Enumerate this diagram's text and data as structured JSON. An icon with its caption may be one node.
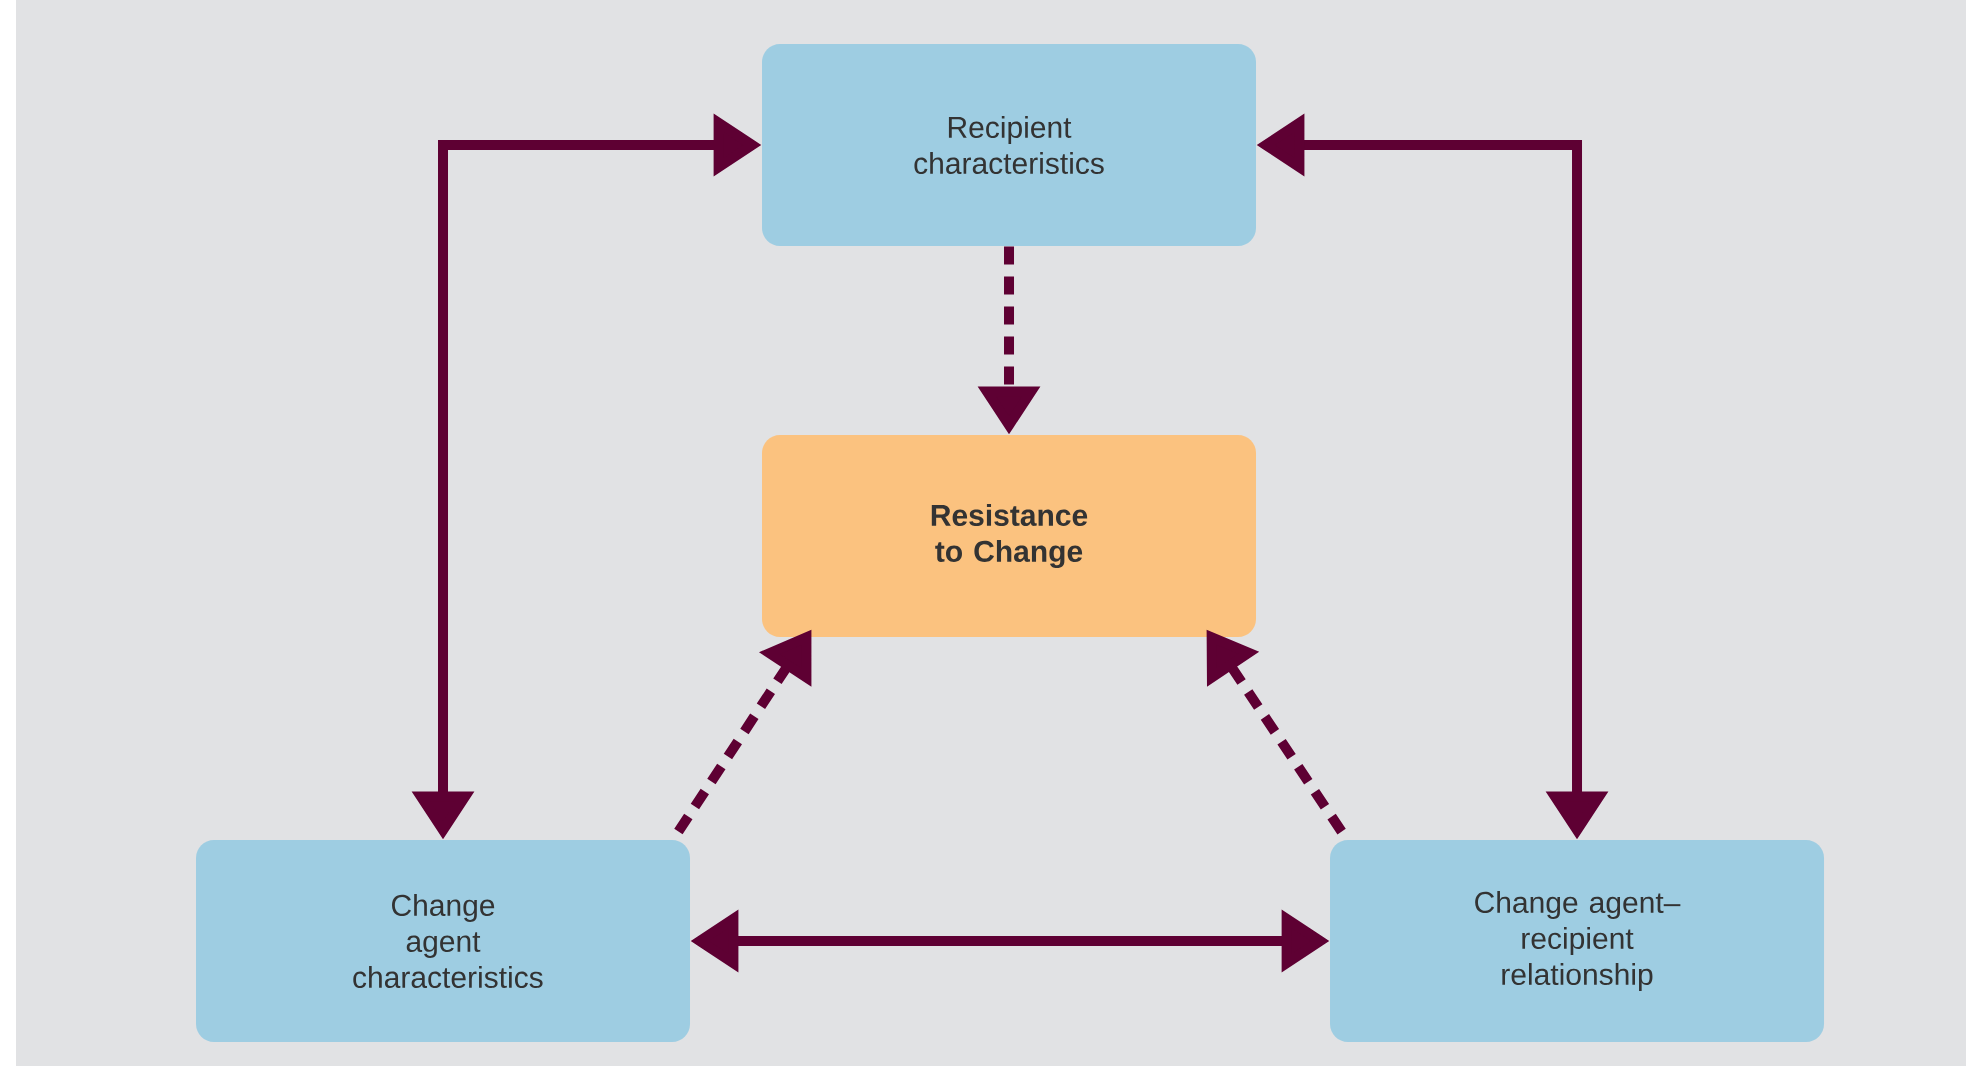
{
  "diagram": {
    "nodes": [
      {
        "text": [
          "Recipient characteristics"
        ]
      },
      {
        "text": [
          "Resistance to Change"
        ]
      },
      {
        "text": [
          "Change agent characteristics"
        ]
      },
      {
        "text": [
          "Change agent–recipient relationship"
        ]
      }
    ],
    "edges": [
      {
        "from": 0,
        "to": 2,
        "arrow": "both"
      },
      {
        "from": 0,
        "to": 3,
        "arrow": "both"
      },
      {
        "from": 0,
        "to": 1,
        "arrow": "to",
        "style": "dashed"
      },
      {
        "from": 2,
        "to": 1,
        "arrow": "to",
        "style": "dashed"
      },
      {
        "from": 3,
        "to": 1,
        "arrow": "to",
        "style": "dashed"
      },
      {
        "from": 2,
        "to": 3,
        "arrow": "both"
      }
    ]
  }
}
